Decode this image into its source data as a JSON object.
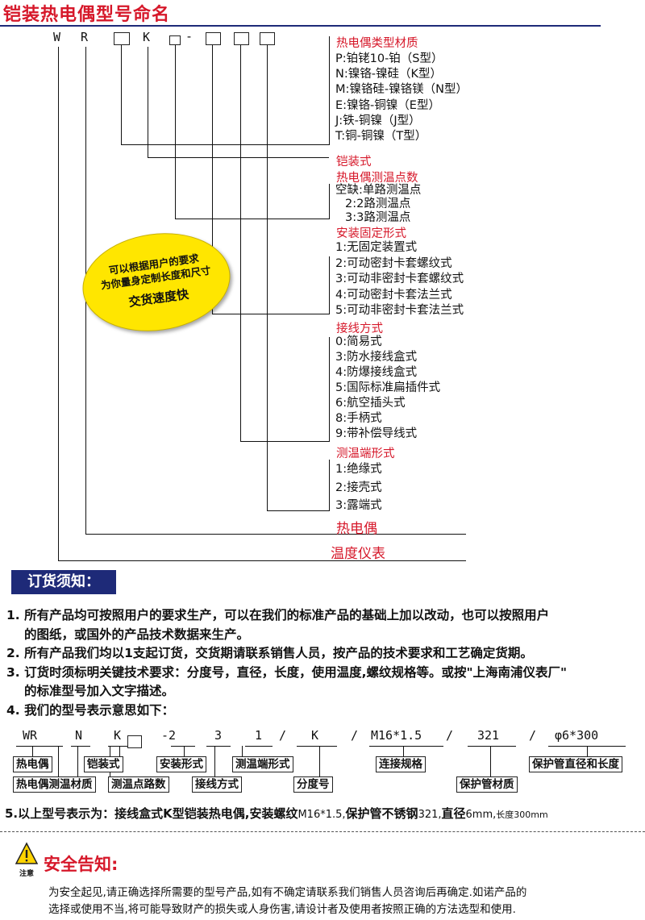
{
  "page_title": "铠装热电偶型号命名",
  "model_code": {
    "letters": [
      "W",
      "R",
      "K",
      "-"
    ]
  },
  "sections": {
    "material": {
      "heading": "热电偶类型材质",
      "items": [
        "P:铂铑10-铂（S型）",
        "N:镍铬-镍硅（K型）",
        "M:镍铬硅-镍铬镁（N型）",
        "E:镍铬-铜镍（E型）",
        "J:铁-铜镍（J型）",
        "T:铜-铜镍（T型）"
      ]
    },
    "armored": {
      "heading": "铠装式"
    },
    "points": {
      "heading": "热电偶测温点数",
      "items": [
        "空缺:单路测温点",
        "2:2路测温点",
        "3:3路测温点"
      ]
    },
    "mounting": {
      "heading": "安装固定形式",
      "items": [
        "1:无固定装置式",
        "2:可动密封卡套螺纹式",
        "3:可动非密封卡套螺纹式",
        "4:可动密封卡套法兰式",
        "5:可动非密封卡套法兰式"
      ]
    },
    "wiring": {
      "heading": "接线方式",
      "items": [
        "0:简易式",
        "3:防水接线盒式",
        "4:防爆接线盒式",
        "5:国际标准扁插件式",
        "6:航空插头式",
        "8:手柄式",
        "9:带补偿导线式"
      ]
    },
    "tip": {
      "heading": "测温端形式",
      "items": [
        "1:绝缘式",
        "2:接壳式",
        "3:露端式"
      ]
    },
    "thermocouple": {
      "heading": "热电偶"
    },
    "instrument": {
      "heading": "温度仪表"
    }
  },
  "badge": {
    "line1": "可以根据用户的要求",
    "line2": "为你量身定制长度和尺寸",
    "line3": "交货速度快"
  },
  "order_notice": {
    "heading": "订货须知：",
    "items": [
      "1. 所有产品均可按照用户的要求生产，可以在我们的标准产品的基础上加以改动，也可以按照用户",
      "的图纸，或国外的产品技术数据来生产。",
      "2. 所有产品我们均以1支起订货，交货期请联系销售人员，按产品的技术要求和工艺确定货期。",
      "3. 订货时须标明关键技术要求：分度号，直径，长度，使用温度,螺纹规格等。或按\"上海南浦仪表厂\"",
      "的标准型号加入文字描述。",
      "4. 我们的型号表示意思如下："
    ]
  },
  "example": {
    "code_parts": [
      "WR",
      "N",
      "K",
      "-2",
      "3",
      "1",
      "/",
      "K",
      "/",
      "M16*1.5",
      "/",
      "321",
      "/",
      "φ6*300"
    ],
    "labels": {
      "thermocouple": "热电偶",
      "armored": "铠装式",
      "mounting": "安装形式",
      "tip": "测温端形式",
      "thread": "连接规格",
      "tube": "保护管直径和长度",
      "material": "热电偶测温材质",
      "points": "测温点路数",
      "wiring": "接线方式",
      "graduation": "分度号",
      "tube_material": "保护管材质"
    },
    "summary_prefix": "5.以上型号表示为：",
    "summary_main": "接线盒式K型铠装热电偶,安装螺纹",
    "summary_thread": "M16*1.5,",
    "summary_mid": "保护管不锈钢",
    "summary_steel": "321,",
    "summary_dia": "直径",
    "summary_dia_val": "6mm,",
    "summary_len": "长度300mm"
  },
  "safety": {
    "icon_label": "注意",
    "heading": "安全告知:",
    "line1": "为安全起见,请正确选择所需要的型号产品,如有不确定请联系我们销售人员咨询后再确定.如诺产品的",
    "line2": "选择或使用不当,将可能导致财产的损失或人身伤害,请设计者及使用者按照正确的方法选型和使用."
  },
  "colors": {
    "accent_red": "#d6182a",
    "navy": "#1e2a78",
    "badge_yellow": "#ffe600"
  }
}
